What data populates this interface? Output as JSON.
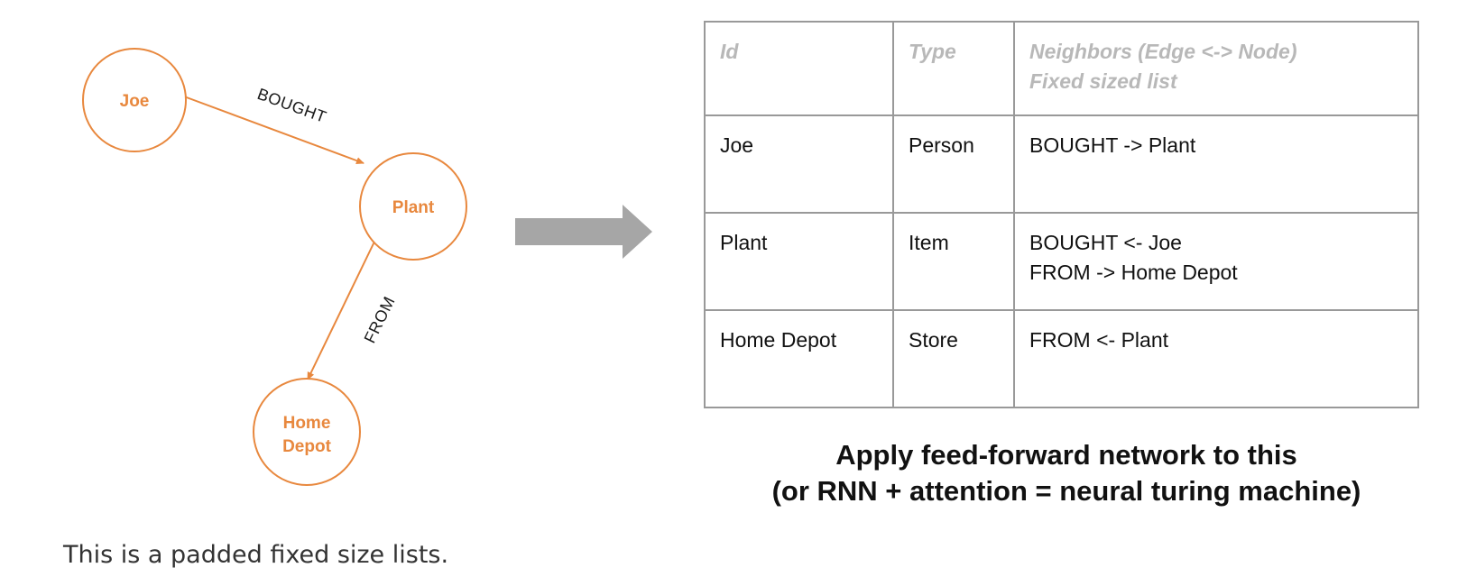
{
  "graph": {
    "nodes": {
      "joe": {
        "label": "Joe"
      },
      "plant": {
        "label": "Plant"
      },
      "home_depot": {
        "label_line1": "Home",
        "label_line2": "Depot"
      }
    },
    "edges": {
      "bought": {
        "label": "BOUGHT"
      },
      "from": {
        "label": "FROM"
      }
    },
    "node_color": "#e8883e",
    "arrow_color": "#a6a6a6"
  },
  "table": {
    "headers": {
      "id": "Id",
      "type": "Type",
      "neighbors_line1": "Neighbors (Edge <-> Node)",
      "neighbors_line2": "Fixed sized list"
    },
    "rows": [
      {
        "id": "Joe",
        "type": "Person",
        "neighbors": [
          "BOUGHT -> Plant"
        ]
      },
      {
        "id": "Plant",
        "type": "Item",
        "neighbors": [
          "BOUGHT <- Joe",
          "FROM -> Home Depot"
        ]
      },
      {
        "id": "Home Depot",
        "type": "Store",
        "neighbors": [
          "FROM <- Plant"
        ]
      }
    ]
  },
  "caption": {
    "line1": "Apply feed-forward network to this",
    "line2": "(or RNN + attention = neural turing machine)"
  },
  "footer": {
    "text": "This is a padded fixed size lists."
  }
}
